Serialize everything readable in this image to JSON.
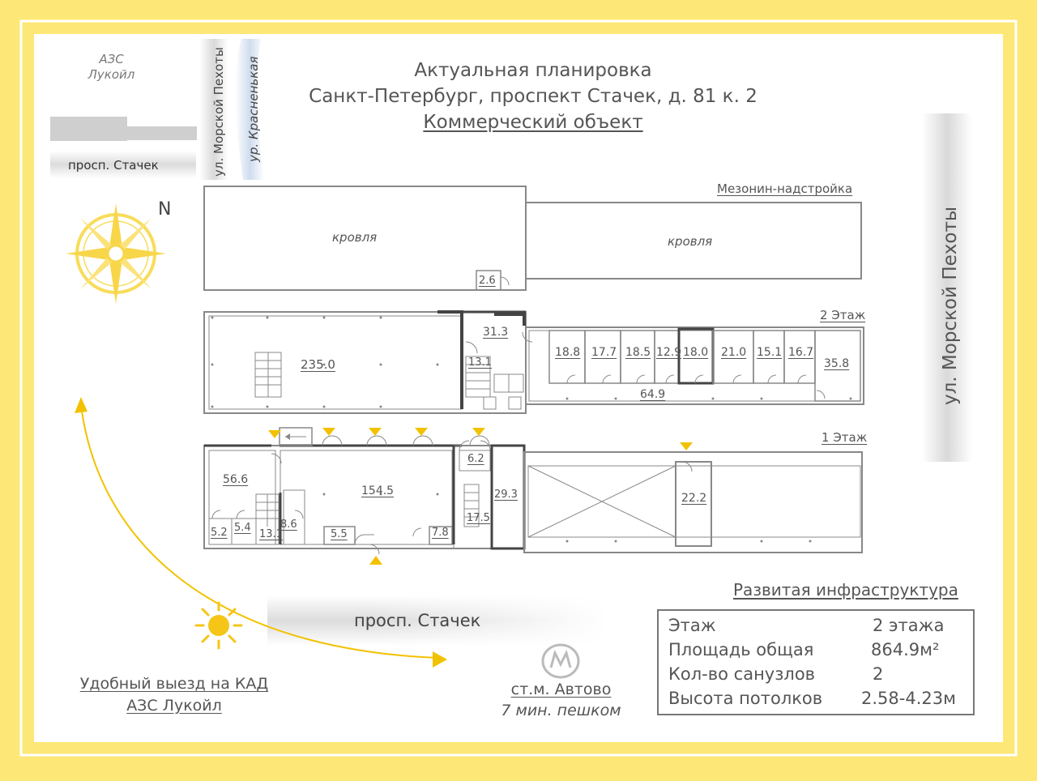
{
  "header": {
    "line1": "Актуальная планировка",
    "line2": "Санкт-Петербург, проспект Стачек, д. 81 к. 2",
    "line3": "Коммерческий объект"
  },
  "map": {
    "azs_line1": "АЗС",
    "azs_line2": "Лукойл",
    "prospekt_small": "просп. Стачек",
    "street_morskoy": "ул. Морской Пехоты",
    "street_krasnenkaya": "ур. Красненькая",
    "north": "N",
    "street_morskoy_right": "ул. Морской Пехоты",
    "prospekt_big": "просп. Стачек"
  },
  "floors": {
    "mezzanine": "Мезонин-надстройка",
    "floor2": "2 Этаж",
    "floor1": "1 Этаж"
  },
  "rooms": {
    "roof_left": "кровля",
    "roof_right": "кровля",
    "r2_6": "2.6",
    "f2_235": "235.0",
    "f2_31_3": "31.3",
    "f2_13_1": "13.1",
    "f2_18_8": "18.8",
    "f2_17_7": "17.7",
    "f2_18_5": "18.5",
    "f2_12_9": "12.9",
    "f2_18_0": "18.0",
    "f2_21_0": "21.0",
    "f2_15_1": "15.1",
    "f2_16_7": "16.7",
    "f2_35_8": "35.8",
    "f2_64_9": "64.9",
    "f1_56_6": "56.6",
    "f1_154_5": "154.5",
    "f1_6_2": "6.2",
    "f1_29_3": "29.3",
    "f1_17_5": "17.5",
    "f1_22_2": "22.2",
    "f1_5_2": "5.2",
    "f1_5_4": "5.4",
    "f1_13_1": "13.1",
    "f1_8_6": "8.6",
    "f1_5_5": "5.5",
    "f1_7_8": "7.8"
  },
  "infra": "Развитая инфраструктура",
  "specs": [
    {
      "label": "Этаж",
      "value": "2 этажа"
    },
    {
      "label": "Площадь общая",
      "value": "864.9м²"
    },
    {
      "label": "Кол-во санузлов",
      "value": "2"
    },
    {
      "label": "Высота потолков",
      "value": "2.58-4.23м"
    }
  ],
  "footer": {
    "kad_line1": "Удобный выезд на КАД",
    "kad_line2": "АЗС Лукойл",
    "metro_line1": "ст.м. Автово",
    "metro_line2": "7 мин. пешком"
  },
  "colors": {
    "frame": "#fde877",
    "sun": "#f5c518",
    "wall": "#888888",
    "arrow": "#f2c200"
  }
}
